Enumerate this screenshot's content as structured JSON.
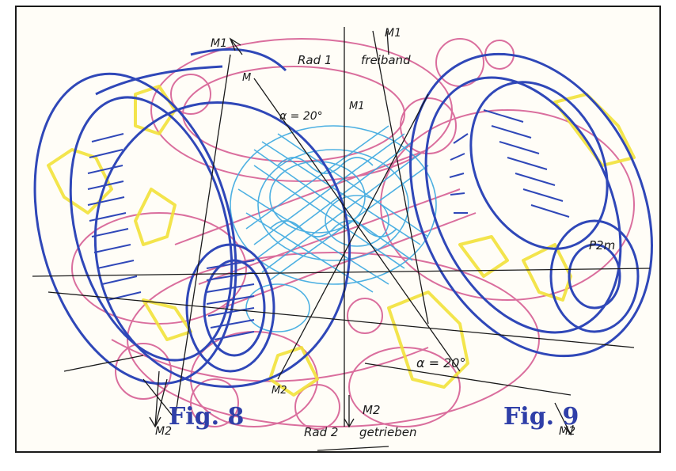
{
  "figure_labels": {
    "fig8": "Fig. 8",
    "fig9": "Fig. 9"
  },
  "annotations": {
    "m1_top_left": "M1",
    "m1_top": "M1",
    "m1_center": "M1",
    "m1_small": "M",
    "rad1": "Rad 1",
    "freilaufend": "freiband",
    "alpha_top": "α = 20°",
    "alpha_bottom": "α = 20°",
    "p2m": "P2m",
    "m2_left": "M2",
    "m2_mid": "M2",
    "m2_bottom": "M2",
    "m2_right": "M2",
    "rad2": "Rad 2",
    "getrieben": "getrieben"
  },
  "colors": {
    "blue": "#2f47b8",
    "pink": "#d4568e",
    "cyan": "#3aa8e0",
    "yellow": "#f2e23a",
    "ink": "#1a1a1a",
    "fig_text": "#2f3fa8"
  }
}
